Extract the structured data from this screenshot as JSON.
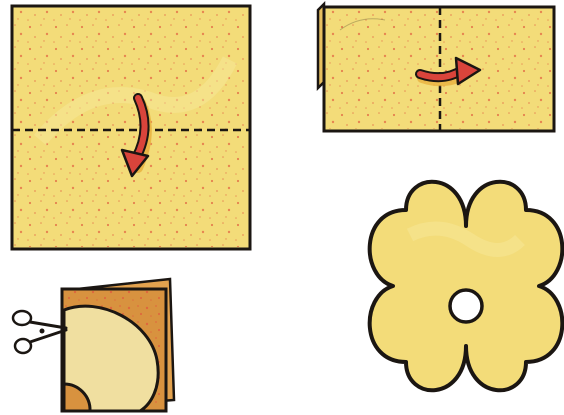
{
  "figure": {
    "steps": [
      {
        "id": "step-1",
        "action": "fold-down",
        "fold_line": "horizontal-dashed",
        "arrow": "curved-down-arrow"
      },
      {
        "id": "step-2",
        "action": "fold-right",
        "fold_line": "vertical-dashed",
        "arrow": "curved-right-arrow"
      },
      {
        "id": "step-3",
        "action": "cut",
        "tool": "scissors-icon"
      },
      {
        "id": "step-4",
        "result": "four-petal-flower-with-center-hole"
      }
    ],
    "colors": {
      "paper": "#f3dc79",
      "paper_light": "#f7e79a",
      "paper_orange": "#d8923f",
      "outline": "#1b1612",
      "arrow": "#d9443b",
      "arrow_shadow": "#e8b23e",
      "speckle": "#e0583c"
    }
  }
}
